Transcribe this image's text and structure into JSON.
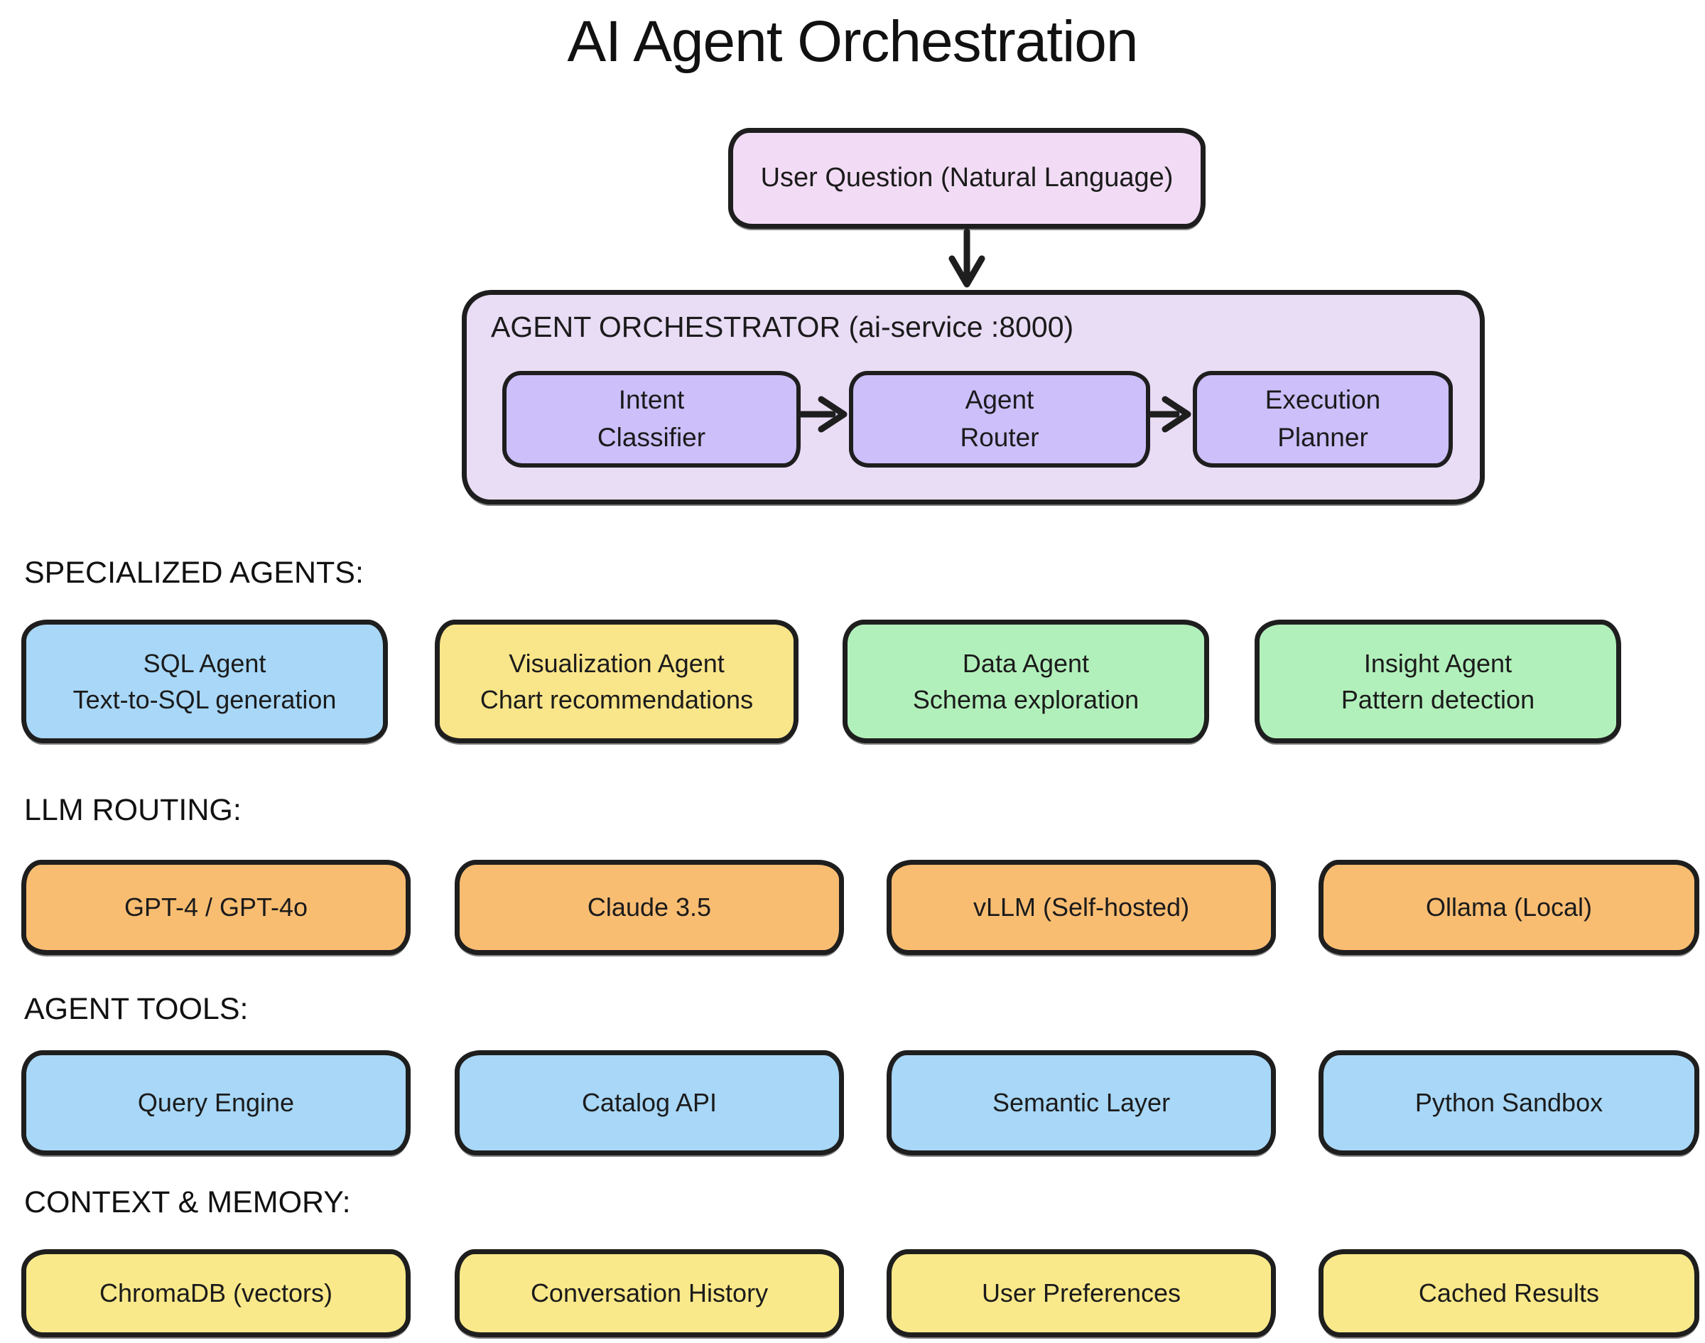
{
  "title": "AI Agent Orchestration",
  "flow": {
    "user_question": "User Question (Natural Language)",
    "orchestrator": {
      "label": "AGENT ORCHESTRATOR (ai-service :8000)",
      "stages": [
        {
          "line1": "Intent",
          "line2": "Classifier"
        },
        {
          "line1": "Agent",
          "line2": "Router"
        },
        {
          "line1": "Execution",
          "line2": "Planner"
        }
      ]
    }
  },
  "sections": [
    {
      "label": "SPECIALIZED AGENTS:",
      "boxes": [
        {
          "line1": "SQL Agent",
          "line2": "Text-to-SQL generation"
        },
        {
          "line1": "Visualization Agent",
          "line2": "Chart recommendations"
        },
        {
          "line1": "Data Agent",
          "line2": "Schema exploration"
        },
        {
          "line1": "Insight Agent",
          "line2": "Pattern detection"
        }
      ]
    },
    {
      "label": "LLM ROUTING:",
      "boxes": [
        {
          "line1": "GPT-4 / GPT-4o"
        },
        {
          "line1": "Claude 3.5"
        },
        {
          "line1": "vLLM (Self-hosted)"
        },
        {
          "line1": "Ollama (Local)"
        }
      ]
    },
    {
      "label": "AGENT TOOLS:",
      "boxes": [
        {
          "line1": "Query Engine"
        },
        {
          "line1": "Catalog API"
        },
        {
          "line1": "Semantic Layer"
        },
        {
          "line1": "Python Sandbox"
        }
      ]
    },
    {
      "label": "CONTEXT & MEMORY:",
      "boxes": [
        {
          "line1": "ChromaDB (vectors)"
        },
        {
          "line1": "Conversation History"
        },
        {
          "line1": "User Preferences"
        },
        {
          "line1": "Cached Results"
        }
      ]
    }
  ],
  "colors": {
    "stroke": "#1e1e1e",
    "user_question_fill": "#f2dcf5",
    "orchestrator_fill": "#e9dcf5",
    "stage_fill": "#ccbffa",
    "agent_blue": "#a8d7f7",
    "agent_yellow": "#f9e58a",
    "agent_green": "#b2f0bb",
    "llm_orange": "#f9bd72",
    "tool_blue": "#a8d7f7",
    "memory_yellow": "#fae98a"
  }
}
